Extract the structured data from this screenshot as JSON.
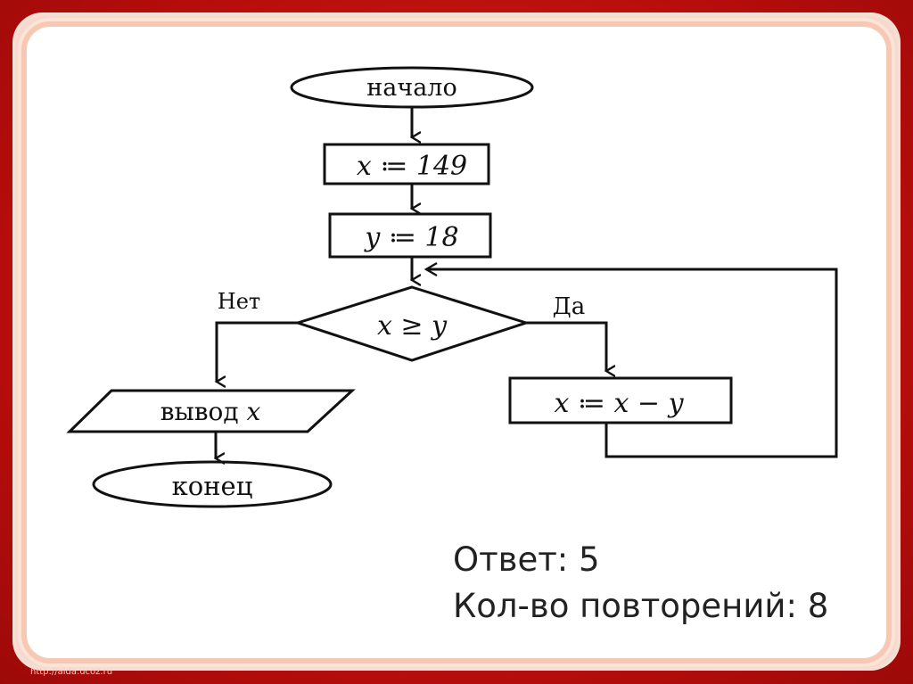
{
  "diagram": {
    "start_label": "начало",
    "assign_x": "x ≔ 149",
    "assign_y": "y ≔ 18",
    "condition": "x ≥ y",
    "no_label": "Нет",
    "yes_label": "Да",
    "output_label_word": "вывод",
    "output_label_var": "x",
    "loop_body": "x ≔ x − y",
    "end_label": "конец"
  },
  "answer": {
    "result": "Ответ: 5",
    "repetitions": "Кол-во повторений: 8"
  },
  "footer": {
    "url": "http://aida.ucoz.ru"
  }
}
